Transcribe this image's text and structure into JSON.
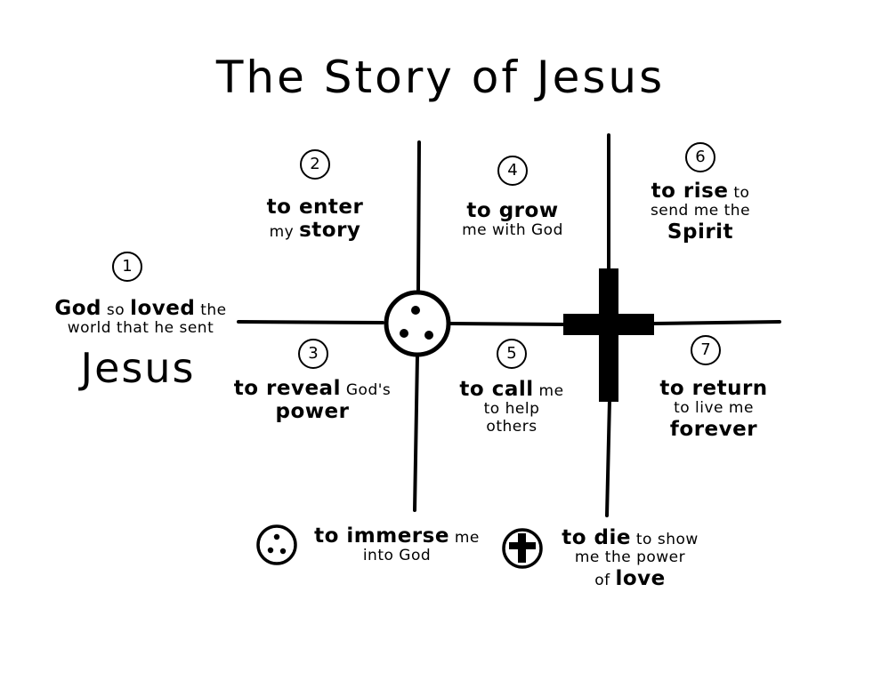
{
  "title": "The Story of Jesus",
  "steps": [
    {
      "number": "1",
      "a": "God",
      "b": " so ",
      "c": "loved",
      "d": " the",
      "e": "world that he sent",
      "f": "Jesus"
    },
    {
      "number": "2",
      "a": "to enter",
      "b": "my ",
      "c": "story"
    },
    {
      "number": "3",
      "a": "to reveal",
      "b": " God's",
      "c": "power"
    },
    {
      "number": "4",
      "a": "to grow",
      "b": "me with God"
    },
    {
      "number": "5",
      "a": "to call",
      "b": " me",
      "c": "to help",
      "d": "others"
    },
    {
      "number": "6",
      "a": "to rise",
      "b": " to",
      "c": "send me the",
      "d": "Spirit"
    },
    {
      "number": "7",
      "a": "to return",
      "b": "to live me",
      "c": "forever"
    }
  ],
  "legend": {
    "immerse": {
      "a": "to immerse",
      "b": " me",
      "c": "into God"
    },
    "die": {
      "a": "to die",
      "b": " to show",
      "c": "me the power",
      "d": "of ",
      "e": "love"
    }
  },
  "icons": [
    "baptism-circle-icon",
    "cross-icon"
  ]
}
